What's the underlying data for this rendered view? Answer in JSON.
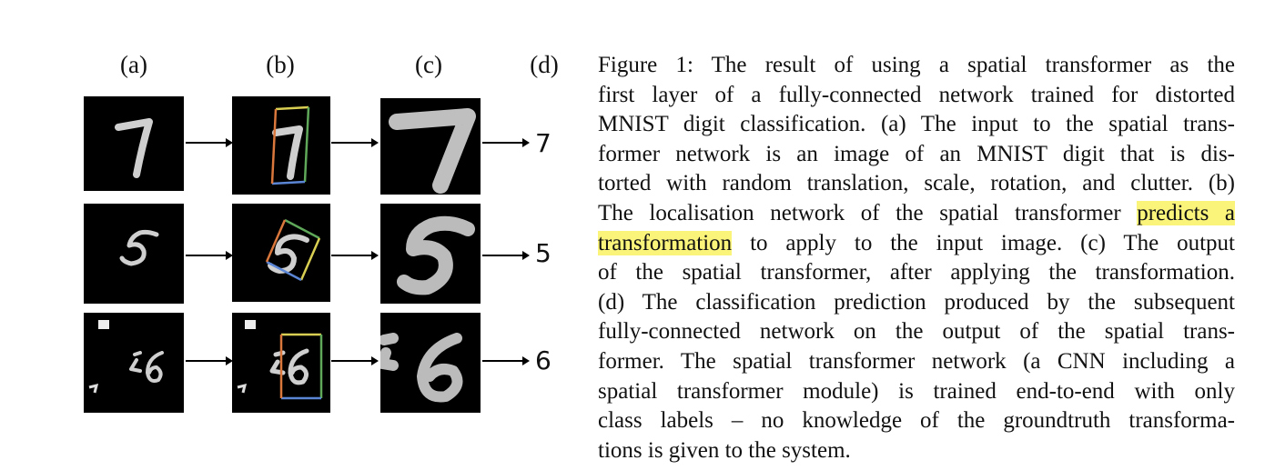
{
  "figure": {
    "column_labels": [
      "(a)",
      "(b)",
      "(c)",
      "(d)"
    ],
    "rows": [
      {
        "digit": "7",
        "prediction": "7"
      },
      {
        "digit": "5",
        "prediction": "5"
      },
      {
        "digit": "6",
        "prediction": "6"
      }
    ],
    "box_colors": [
      "#d9cf52",
      "#5fa85a",
      "#d9773c",
      "#5b86d6"
    ]
  },
  "caption": {
    "lines": [
      "Figure 1: The result of using a spatial transformer as the",
      "first layer of a fully-connected network trained for distorted",
      "MNIST digit classification. (a) The input to the spatial trans-",
      "former network is an image of an MNIST digit that is dis-",
      "torted with random translation, scale, rotation, and clutter. (b)",
      "The localisation network of the spatial transformer",
      "predicts a",
      "transformation",
      "to apply to the input image. (c) The output",
      "of the spatial transformer, after applying the transformation.",
      "(d) The classification prediction produced by the subsequent",
      "fully-connected network on the output of the spatial trans-",
      "former. The spatial transformer network (a CNN including a",
      "spatial transformer module) is trained end-to-end with only",
      "class labels – no knowledge of the groundtruth transforma-",
      "tions is given to the system."
    ]
  }
}
